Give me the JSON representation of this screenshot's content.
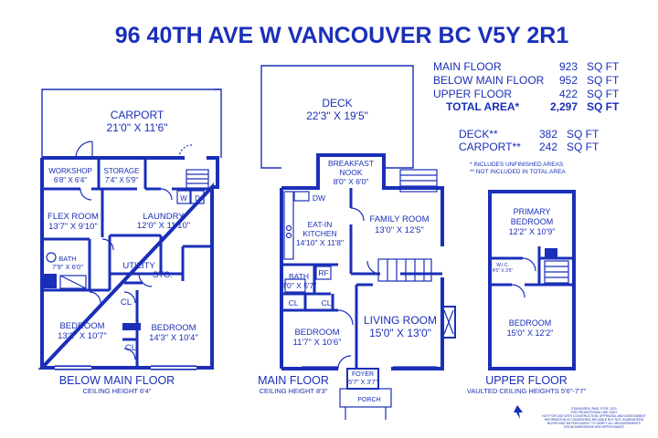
{
  "title": "96 40TH AVE W VANCOUVER BC  V5Y 2R1",
  "areas": [
    {
      "label": "MAIN FLOOR",
      "value": "923",
      "unit": "SQ FT"
    },
    {
      "label": "BELOW MAIN FLOOR",
      "value": "952",
      "unit": "SQ FT"
    },
    {
      "label": "UPPER FLOOR",
      "value": "422",
      "unit": "SQ FT"
    },
    {
      "label": "TOTAL AREA*",
      "value": "2,297",
      "unit": "SQ FT"
    },
    {
      "label": "DECK**",
      "value": "382",
      "unit": "SQ FT"
    },
    {
      "label": "CARPORT**",
      "value": "242",
      "unit": "SQ FT"
    }
  ],
  "notes": [
    "* INCLUDES UNFINISHED AREAS",
    "** NOT INCLUDED IN TOTAL AREA"
  ],
  "floors": {
    "below": {
      "name": "BELOW MAIN FLOOR",
      "ceiling": "CEILING HEIGHT 6'4\"",
      "rooms": {
        "carport": {
          "name": "CARPORT",
          "dims": "21'0\" X 11'6\""
        },
        "workshop": {
          "name": "WORKSHOP",
          "dims": "6'8\" X 6'4\""
        },
        "storage": {
          "name": "STORAGE",
          "dims": "7'4\" X 5'9\""
        },
        "flex": {
          "name": "FLEX ROOM",
          "dims": "13'7\" X 9'10\""
        },
        "laundry": {
          "name": "LAUNDRY",
          "dims": "12'0\" X 11'10\""
        },
        "utility": {
          "name": "UTILITY"
        },
        "sto": {
          "name": "STO."
        },
        "bath": {
          "name": "BATH",
          "dims": "7'9\" X 6'0\""
        },
        "bedroom1": {
          "name": "BEDROOM",
          "dims": "13'2\" X 10'7\""
        },
        "bedroom2": {
          "name": "BEDROOM",
          "dims": "14'3\" X 10'4\""
        },
        "cl1": {
          "name": "CL"
        },
        "cl2": {
          "name": "CL"
        },
        "w": {
          "name": "W"
        },
        "d": {
          "name": "D"
        }
      }
    },
    "main": {
      "name": "MAIN FLOOR",
      "ceiling": "CEILING HEIGHT 8'3\"",
      "rooms": {
        "deck": {
          "name": "DECK",
          "dims": "22'3\" X 19'5\""
        },
        "nook": {
          "name1": "BREAKFAST",
          "name2": "NOOK",
          "dims": "8'0\" X 6'0\""
        },
        "kitchen": {
          "name1": "EAT-IN",
          "name2": "KITCHEN",
          "dims": "14'10\" X 11'8\""
        },
        "family": {
          "name": "FAMILY ROOM",
          "dims": "13'0\" X 12'5\""
        },
        "bath": {
          "name": "BATH",
          "dims": "8'0\" X 5'7\""
        },
        "rf": {
          "name": "RF"
        },
        "dw": {
          "name": "DW"
        },
        "cl1": {
          "name": "CL"
        },
        "cl2": {
          "name": "CL"
        },
        "bedroom": {
          "name": "BEDROOM",
          "dims": "11'7\" X 10'6\""
        },
        "living": {
          "name": "LIVING ROOM",
          "dims": "15'0\" X 13'0\""
        },
        "foyer": {
          "name": "FOYER",
          "dims": "5'7\" X 3'7\""
        },
        "porch": {
          "name": "PORCH"
        }
      }
    },
    "upper": {
      "name": "UPPER FLOOR",
      "ceiling": "VAULTED CEILING HEIGHTS 5'6\"-7'7\"",
      "rooms": {
        "primary": {
          "name1": "PRIMARY",
          "name2": "BEDROOM",
          "dims": "12'2\" X 10'9\""
        },
        "wic": {
          "name": "W.I.C.",
          "dims": "4'5\" X 3'5\""
        },
        "bedroom": {
          "name": "BEDROOM",
          "dims": "15'0\" X 12'2\""
        }
      }
    }
  },
  "disclaimer": [
    "STANDARDS: RMS, STRF, 2021",
    "FOR PROMOTIONAL USE ONLY",
    "NOT FOR USE WITH CONSTRUCTION, APPRAISAL AND ASSESSMENT",
    "INFORMATION IS CONSIDERED RELIABLE BUT NOT GUARANTEED",
    "BUYER AND BUYERS AGENT TO VERIFY ALL MEASUREMENTS",
    "ROOM DIMENSIONS ARE APPROXIMATE"
  ]
}
